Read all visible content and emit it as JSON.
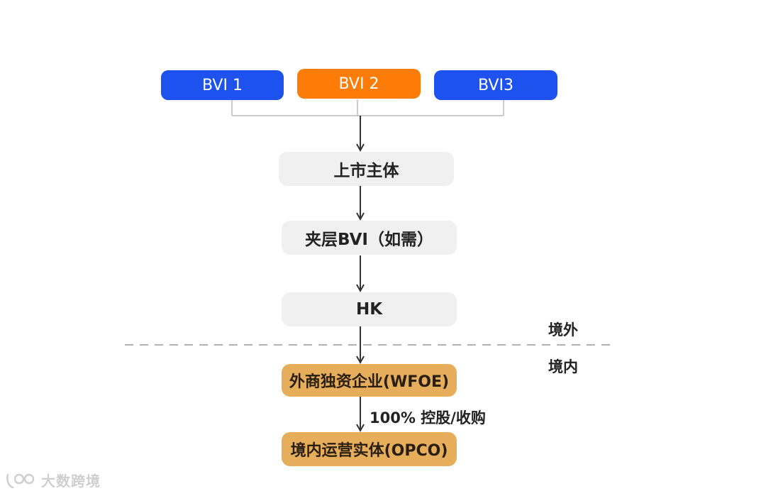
{
  "shareholders": [
    {
      "label": "BVI 1",
      "color": "#1d52ee"
    },
    {
      "label": "BVI 2",
      "color": "#fd7b07"
    },
    {
      "label": "BVI3",
      "color": "#1d52ee"
    }
  ],
  "chain": {
    "listed_entity": "上市主体",
    "intermediate_bvi": "夹层BVI（如需）",
    "hk": "HK",
    "wfoe": "外商独资企业(WFOE)",
    "opco": "境内运营实体(OPCO)"
  },
  "boundary": {
    "offshore_label": "境外",
    "onshore_label": "境内"
  },
  "relation_label": "100% 控股/收购",
  "watermark": {
    "text": "大数跨境"
  }
}
